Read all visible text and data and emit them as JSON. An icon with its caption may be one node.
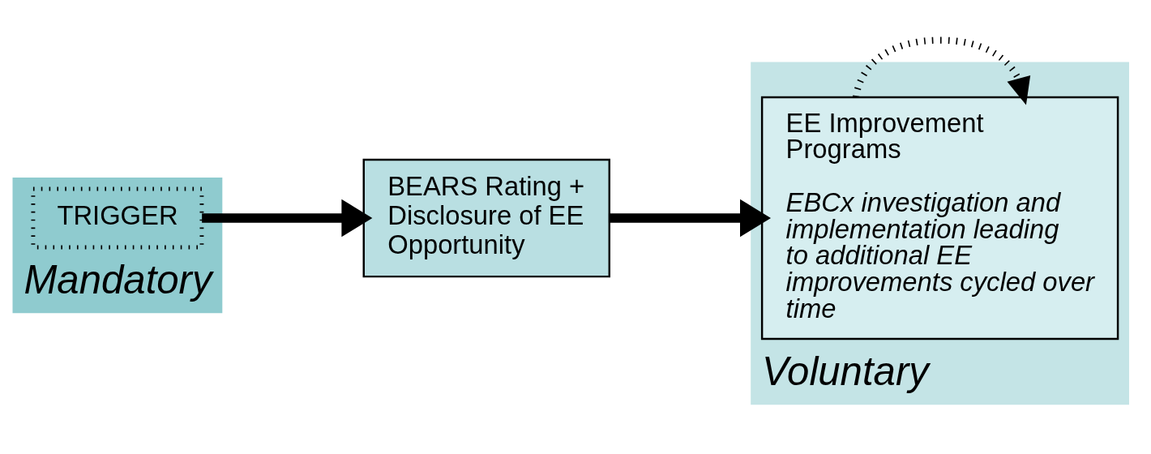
{
  "diagram": {
    "nodes": [
      {
        "text": [
          "Mandatory"
        ]
      },
      {
        "text": [
          "Voluntary"
        ]
      },
      {
        "text": [
          "TRIGGER"
        ],
        "in": 0
      },
      {
        "text": [
          "BEARS Rating + Disclosure of EE Opportunity"
        ]
      },
      {
        "text": [
          "EE Improvement Programs",
          "EBCx investigation and implementation leading to additional EE improvements cycled over time"
        ],
        "in": 1
      }
    ],
    "edges": [
      {
        "from": 2,
        "to": 3,
        "arrow": "to"
      },
      {
        "from": 3,
        "to": 4,
        "arrow": "to"
      },
      {
        "from": 4,
        "to": 4,
        "arrow": "to",
        "style": "dashed"
      }
    ]
  }
}
